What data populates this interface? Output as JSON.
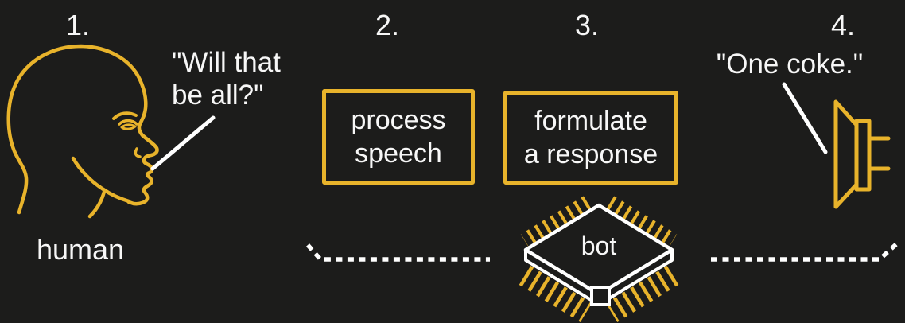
{
  "colors": {
    "background": "#1c1c1b",
    "accent": "#e8b32b",
    "foreground": "#ffffff"
  },
  "steps": {
    "one": {
      "number": "1.",
      "speech": "\"Will that\nbe all?\"",
      "caption": "human"
    },
    "two": {
      "number": "2.",
      "box_label": "process\nspeech"
    },
    "three": {
      "number": "3.",
      "box_label": "formulate\na response"
    },
    "four": {
      "number": "4.",
      "speech": "\"One coke.\""
    }
  },
  "chip": {
    "label": "bot"
  },
  "icons": {
    "step_one": "human-head-profile-icon",
    "chip": "microchip-icon",
    "step_four": "loudspeaker-icon"
  }
}
